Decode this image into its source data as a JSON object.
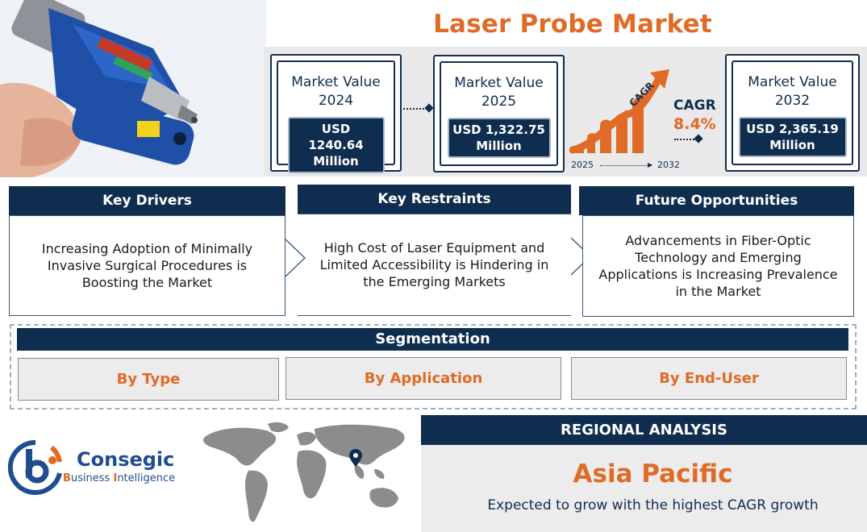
{
  "title": "Laser Probe Market",
  "market_values": [
    {
      "label_line1": "Market Value",
      "label_line2": "2024",
      "value_line1": "USD 1240.64",
      "value_line2": "Million"
    },
    {
      "label_line1": "Market Value",
      "label_line2": "2025",
      "value_line1": "USD 1,322.75",
      "value_line2": "Million"
    },
    {
      "label_line1": "Market Value",
      "label_line2": "2032",
      "value_line1": "USD 2,365.19",
      "value_line2": "Million"
    }
  ],
  "cagr": {
    "arrow_label": "CAGR",
    "label": "CAGR",
    "value": "8.4%",
    "start_year": "2025",
    "end_year": "2032"
  },
  "columns": [
    {
      "heading": "Key Drivers",
      "text": "Increasing Adoption of Minimally Invasive Surgical Procedures is Boosting the Market"
    },
    {
      "heading": "Key Restraints",
      "text": "High Cost of Laser Equipment and Limited Accessibility is Hindering in the Emerging Markets"
    },
    {
      "heading": "Future Opportunities",
      "text": "Advancements in Fiber-Optic Technology and Emerging Applications is Increasing Prevalence in the Market"
    }
  ],
  "segmentation": {
    "heading": "Segmentation",
    "items": [
      "By Type",
      "By Application",
      "By End-User"
    ]
  },
  "brand": {
    "name": "Consegic",
    "tagline_word1": "B",
    "tagline_rest1": "usiness ",
    "tagline_word2": "I",
    "tagline_rest2": "ntelligence"
  },
  "regional": {
    "heading": "REGIONAL ANALYSIS",
    "region": "Asia Pacific",
    "description": "Expected to grow with the highest CAGR growth"
  },
  "colors": {
    "navy": "#0f2d4f",
    "orange": "#e06a26",
    "panel_gray": "#e9e9e9"
  },
  "icons": [
    "laser-probe-photo",
    "chevron-right-icon",
    "growth-arrow-chart-icon",
    "world-map-icon",
    "location-pin-icon",
    "consegic-logo"
  ]
}
